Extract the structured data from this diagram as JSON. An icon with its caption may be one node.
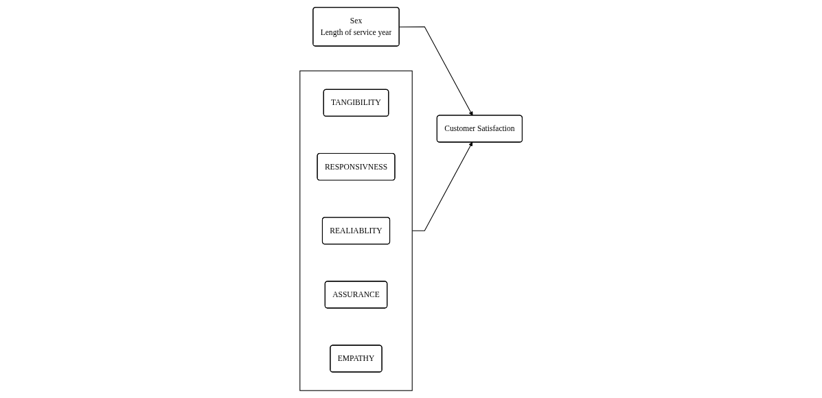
{
  "diagram": {
    "nodes": [
      {
        "text": [],
        "shape": "box"
      },
      {
        "text": [
          "TANGIBILITY"
        ],
        "in": 0
      },
      {
        "text": [
          "RESPONSIVNESS"
        ],
        "in": 0
      },
      {
        "text": [
          "REALIABLITY"
        ],
        "in": 0
      },
      {
        "text": [
          "ASSURANCE"
        ],
        "in": 0
      },
      {
        "text": [
          "EMPATHY"
        ],
        "in": 0
      },
      {
        "text": [
          "Customer Satisfaction"
        ]
      },
      {
        "text": [
          "Sex",
          "Length of service year"
        ]
      }
    ],
    "edges": [
      {
        "from": 0,
        "to": 6,
        "arrow": "to"
      },
      {
        "from": 7,
        "to": 6,
        "arrow": "to"
      }
    ]
  }
}
